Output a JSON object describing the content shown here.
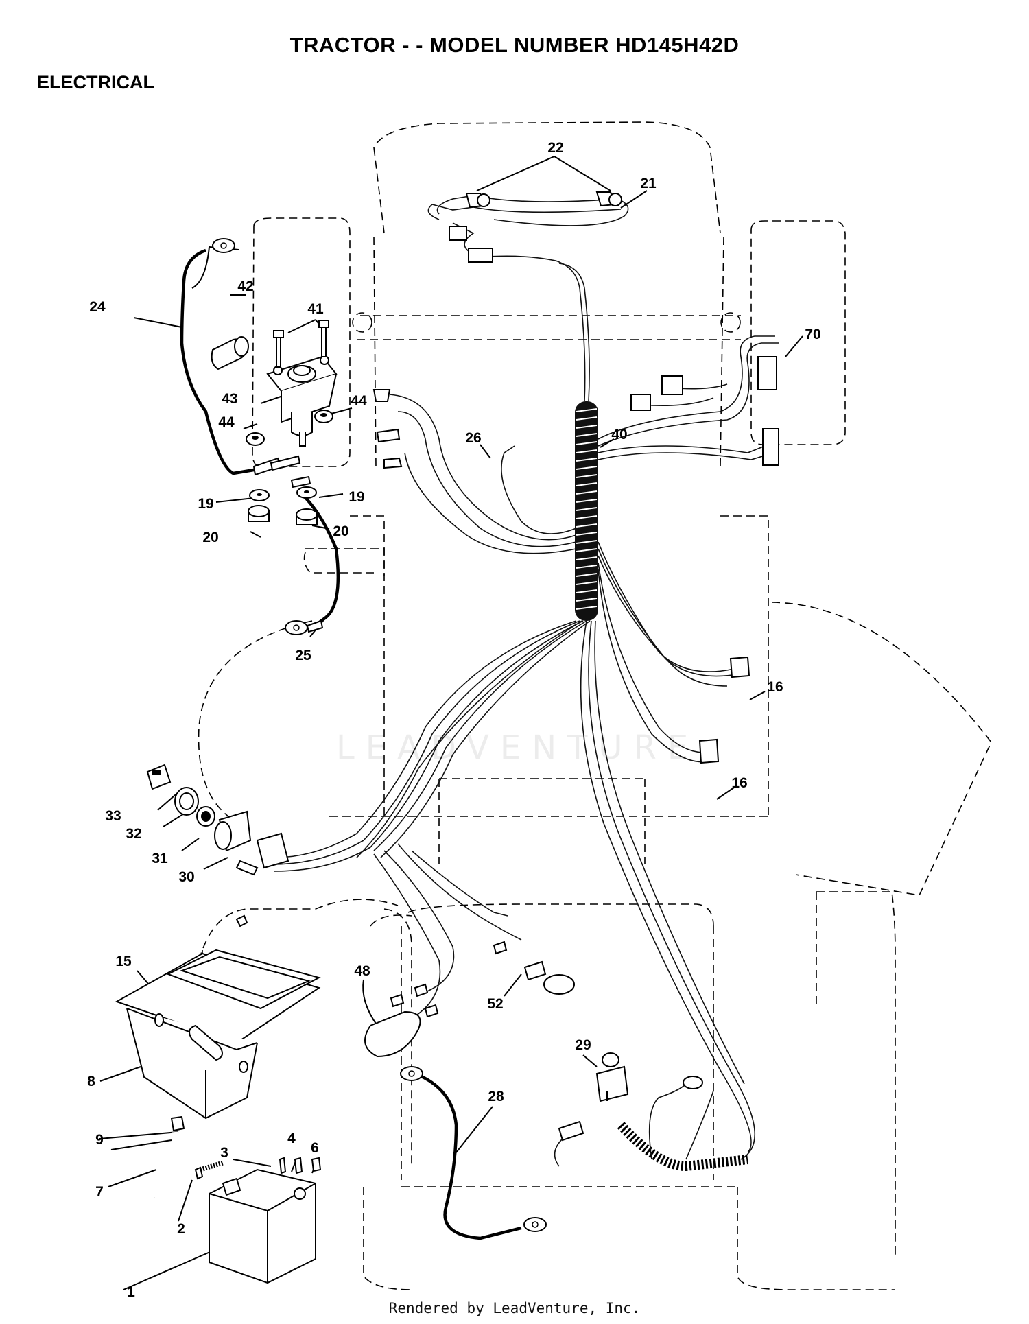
{
  "header": {
    "title": "TRACTOR - - MODEL NUMBER HD145H42D",
    "section": "ELECTRICAL"
  },
  "watermark": "LEADVENTURE",
  "footer": "Rendered by LeadVenture, Inc.",
  "labels": {
    "p1": "1",
    "p2": "2",
    "p3": "3",
    "p4": "4",
    "p6": "6",
    "p7": "7",
    "p8": "8",
    "p9": "9",
    "p15": "15",
    "p16a": "16",
    "p16b": "16",
    "p19a": "19",
    "p19b": "19",
    "p20a": "20",
    "p20b": "20",
    "p21": "21",
    "p22": "22",
    "p24": "24",
    "p25": "25",
    "p26": "26",
    "p28": "28",
    "p29": "29",
    "p30": "30",
    "p31": "31",
    "p32": "32",
    "p33": "33",
    "p40": "40",
    "p41": "41",
    "p42": "42",
    "p43": "43",
    "p44a": "44",
    "p44b": "44",
    "p48": "48",
    "p52": "52",
    "p70": "70"
  }
}
